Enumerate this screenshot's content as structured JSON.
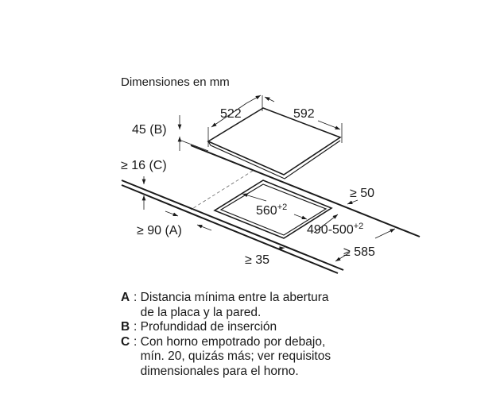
{
  "title": "Dimensiones en mm",
  "dimensions": {
    "width": "522",
    "depth": "592",
    "insertion": "45 (B)",
    "bottom_gap": "≥ 16 (C)",
    "wall_gap": "≥ 90 (A)",
    "front_gap": "≥ 35",
    "back_gap": "≥ 50",
    "counter_depth": "≥ 585",
    "cutout_width": "560",
    "cutout_width_tol": "+2",
    "cutout_depth": "490-500",
    "cutout_depth_tol": "+2"
  },
  "legend": [
    {
      "key": "A",
      "text": "Distancia mínima entre la abertura",
      "text2": "de la placa y la pared."
    },
    {
      "key": "B",
      "text": "Profundidad de inserción"
    },
    {
      "key": "C",
      "text": "Con horno empotrado por debajo,",
      "text2": "mín. 20, quizás más; ver requisitos",
      "text3": "dimensionales para el horno."
    }
  ]
}
